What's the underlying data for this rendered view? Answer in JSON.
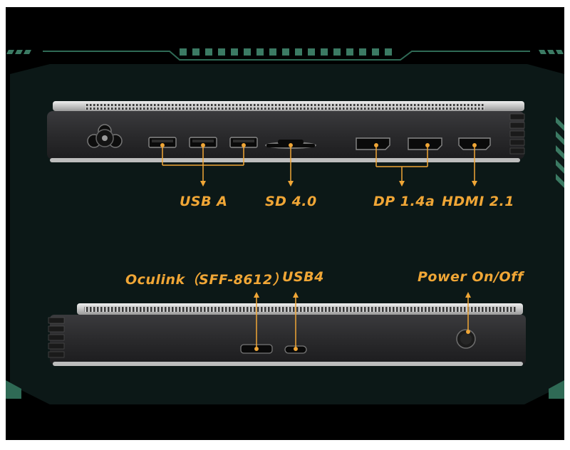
{
  "colors": {
    "background_frame": "#ffffff",
    "background": "#000000",
    "panel": "#0c1817",
    "accent_green": "#2f6a55",
    "label_orange": "#f0a636",
    "device_body": "#2a2a2c",
    "device_top": "#d8d8d8"
  },
  "labels": {
    "usb_a": "USB A",
    "sd": "SD 4.0",
    "dp": "DP 1.4a",
    "hdmi": "HDMI 2.1",
    "oculink": "Oculink（SFF-8612）",
    "usb4": "USB4",
    "power": "Power On/Off"
  },
  "views": [
    {
      "name": "rear-panel",
      "ports": [
        "power-inlet",
        "usb-a",
        "usb-a",
        "usb-a",
        "sd-card-slot",
        "displayport",
        "displayport",
        "hdmi"
      ]
    },
    {
      "name": "front-panel",
      "ports": [
        "oculink",
        "usb4",
        "power-button"
      ]
    }
  ]
}
